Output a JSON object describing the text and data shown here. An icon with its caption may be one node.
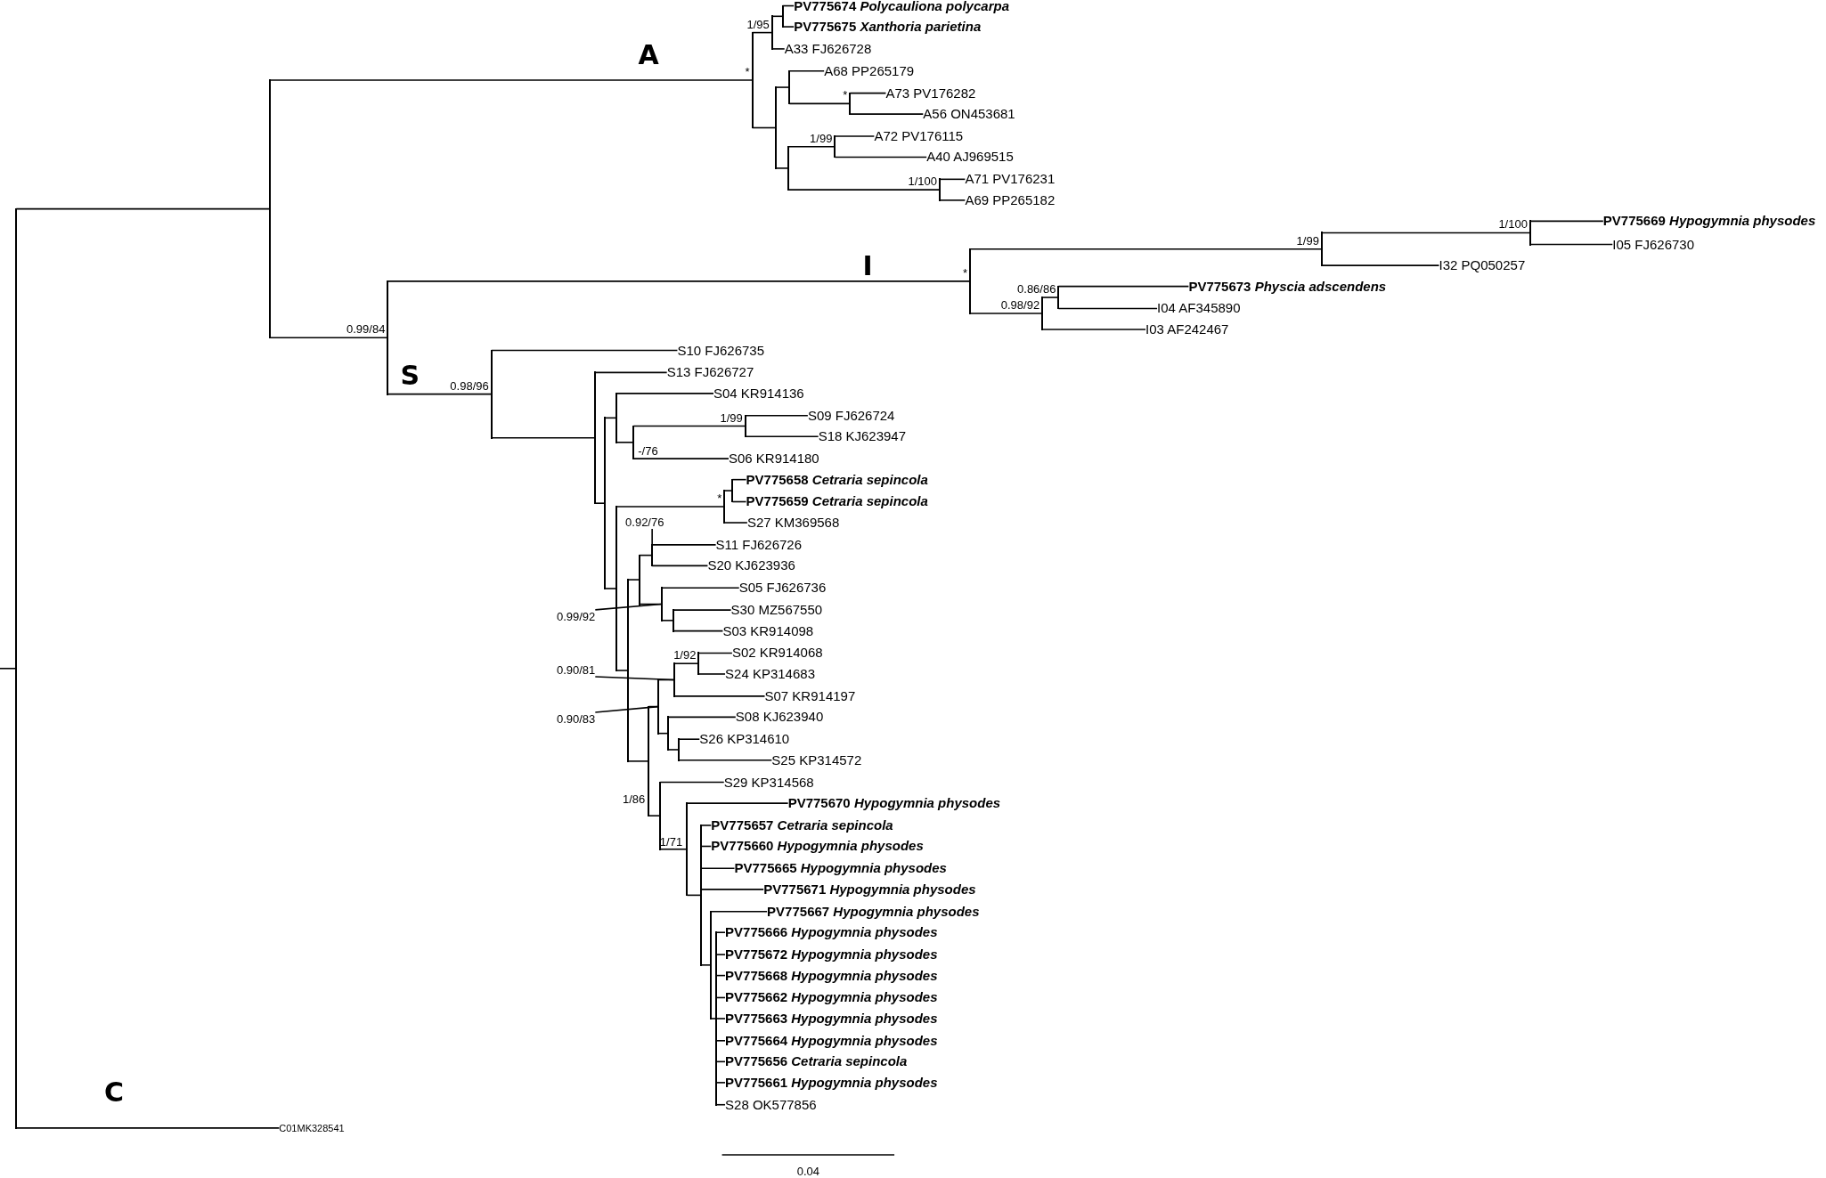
{
  "diagram": {
    "nodes": [
      {
        "text": [],
        "shape": "bar"
      },
      {
        "text": [],
        "shape": "bar"
      },
      {
        "text": [],
        "shape": "bar",
        "beside": [
          "*"
        ]
      },
      {
        "text": [],
        "shape": "bar",
        "beside": [
          "1/95"
        ]
      },
      {
        "text": [],
        "shape": "bar"
      },
      {
        "text": [
          "PV775674 *Polycauliona polycarpa*"
        ]
      },
      {
        "text": [
          "PV775675 *Xanthoria parietina*"
        ]
      },
      {
        "text": [
          "A33 FJ626728"
        ]
      },
      {
        "text": [],
        "shape": "bar"
      },
      {
        "text": [],
        "shape": "bar"
      },
      {
        "text": [
          "A68 PP265179"
        ]
      },
      {
        "text": [],
        "shape": "bar",
        "beside": [
          "*"
        ]
      },
      {
        "text": [
          "A73 PV176282"
        ]
      },
      {
        "text": [
          "A56 ON453681"
        ]
      },
      {
        "text": [],
        "shape": "bar"
      },
      {
        "text": [],
        "shape": "bar",
        "beside": [
          "1/99"
        ]
      },
      {
        "text": [
          "A72 PV176115"
        ]
      },
      {
        "text": [
          "A40 AJ969515"
        ]
      },
      {
        "text": [],
        "shape": "bar",
        "beside": [
          "1/100"
        ]
      },
      {
        "text": [
          "A71 PV176231"
        ]
      },
      {
        "text": [
          "A69 PP265182"
        ]
      },
      {
        "text": [],
        "shape": "bar",
        "beside": [
          "0.99/84"
        ]
      },
      {
        "text": [],
        "shape": "bar",
        "beside": [
          "*"
        ]
      },
      {
        "text": [],
        "shape": "bar",
        "beside": [
          "1/99"
        ]
      },
      {
        "text": [],
        "shape": "bar",
        "beside": [
          "1/100"
        ]
      },
      {
        "text": [
          "PV775669 *Hypogymnia physodes*"
        ]
      },
      {
        "text": [
          "I05 FJ626730"
        ]
      },
      {
        "text": [
          "I32 PQ050257"
        ]
      },
      {
        "text": [],
        "shape": "bar",
        "beside": [
          "0.98/92"
        ]
      },
      {
        "text": [],
        "shape": "bar",
        "beside": [
          "0.86/86"
        ]
      },
      {
        "text": [
          "PV775673 *Physcia adscendens*"
        ]
      },
      {
        "text": [
          "I04 AF345890"
        ]
      },
      {
        "text": [
          "I03 AF242467"
        ]
      },
      {
        "text": [],
        "shape": "bar",
        "beside": [
          "0.98/96"
        ]
      },
      {
        "text": [
          "S10 FJ626735"
        ]
      },
      {
        "text": [],
        "shape": "bar"
      },
      {
        "text": [
          "S13 FJ626727"
        ]
      },
      {
        "text": [],
        "shape": "bar"
      },
      {
        "text": [],
        "shape": "bar"
      },
      {
        "text": [
          "S04 KR914136"
        ]
      },
      {
        "text": [],
        "shape": "bar",
        "beside": [
          "-/76"
        ]
      },
      {
        "text": [],
        "shape": "bar",
        "beside": [
          "1/99"
        ]
      },
      {
        "text": [
          "S09 FJ626724"
        ]
      },
      {
        "text": [
          "S18 KJ623947"
        ]
      },
      {
        "text": [
          "S06 KR914180"
        ]
      },
      {
        "text": [],
        "shape": "bar"
      },
      {
        "text": [],
        "shape": "bar",
        "beside": [
          "*"
        ]
      },
      {
        "text": [],
        "shape": "bar"
      },
      {
        "text": [
          "PV775658 *Cetraria sepincola*"
        ]
      },
      {
        "text": [
          "PV775659 *Cetraria sepincola*"
        ]
      },
      {
        "text": [
          "S27 KM369568"
        ]
      },
      {
        "text": [],
        "shape": "bar"
      },
      {
        "text": [],
        "shape": "bar"
      },
      {
        "text": [],
        "shape": "bar"
      },
      {
        "text": [
          "S11 FJ626726"
        ]
      },
      {
        "text": [
          "S20 KJ623936"
        ]
      },
      {
        "text": [],
        "shape": "bar"
      },
      {
        "text": [
          "S05 FJ626736"
        ]
      },
      {
        "text": [],
        "shape": "bar"
      },
      {
        "text": [
          "S30 MZ567550"
        ]
      },
      {
        "text": [
          "S03 KR914098"
        ]
      },
      {
        "text": [],
        "shape": "bar",
        "beside": [
          "1/86"
        ]
      },
      {
        "text": [],
        "shape": "bar"
      },
      {
        "text": [],
        "shape": "bar"
      },
      {
        "text": [],
        "shape": "bar",
        "beside": [
          "1/92"
        ]
      },
      {
        "text": [
          "S02 KR914068"
        ]
      },
      {
        "text": [
          "S24 KP314683"
        ]
      },
      {
        "text": [
          "S07 KR914197"
        ]
      },
      {
        "text": [],
        "shape": "bar"
      },
      {
        "text": [
          "S08 KJ623940"
        ]
      },
      {
        "text": [],
        "shape": "bar"
      },
      {
        "text": [
          "S26 KP314610"
        ]
      },
      {
        "text": [
          "S25 KP314572"
        ]
      },
      {
        "text": [],
        "shape": "bar"
      },
      {
        "text": [
          "S29 KP314568"
        ]
      },
      {
        "text": [],
        "shape": "bar",
        "beside": [
          "1/71"
        ]
      },
      {
        "text": [
          "PV775670 *Hypogymnia physodes*"
        ]
      },
      {
        "text": [],
        "shape": "bar"
      },
      {
        "text": [
          "PV775657 *Cetraria sepincola*"
        ]
      },
      {
        "text": [
          "PV775660 *Hypogymnia physodes*"
        ]
      },
      {
        "text": [
          "PV775665 *Hypogymnia physodes*"
        ]
      },
      {
        "text": [
          "PV775671 *Hypogymnia physodes*"
        ]
      },
      {
        "text": [],
        "shape": "bar"
      },
      {
        "text": [
          "PV775667 *Hypogymnia physodes*"
        ]
      },
      {
        "text": [],
        "shape": "bar"
      },
      {
        "text": [
          "PV775666 *Hypogymnia physodes*"
        ]
      },
      {
        "text": [
          "PV775672 *Hypogymnia physodes*"
        ]
      },
      {
        "text": [
          "PV775668 *Hypogymnia physodes*"
        ]
      },
      {
        "text": [
          "PV775662 *Hypogymnia physodes*"
        ]
      },
      {
        "text": [
          "PV775663 *Hypogymnia physodes*"
        ]
      },
      {
        "text": [
          "PV775664 *Hypogymnia physodes*"
        ]
      },
      {
        "text": [
          "PV775656 *Cetraria sepincola*"
        ]
      },
      {
        "text": [
          "PV775661 *Hypogymnia physodes*"
        ]
      },
      {
        "text": [
          "S28 OK577856"
        ]
      },
      {
        "text": [
          "C01MK328541"
        ]
      },
      {
        "text": [
          "0.92/76"
        ]
      },
      {
        "text": [
          "0.99/92"
        ]
      },
      {
        "text": [
          "0.90/81"
        ]
      },
      {
        "text": [
          "0.90/83"
        ]
      }
    ],
    "edges": [
      {
        "from": null,
        "to": 0,
        "arrow": "none"
      },
      {
        "from": 0,
        "to": 1,
        "arrow": "none"
      },
      {
        "from": 0,
        "to": 94,
        "arrow": "none"
      },
      {
        "from": 1,
        "to": 2,
        "arrow": "none"
      },
      {
        "from": 1,
        "to": 21,
        "arrow": "none"
      },
      {
        "from": 2,
        "to": 3,
        "arrow": "none"
      },
      {
        "from": 2,
        "to": 8,
        "arrow": "none"
      },
      {
        "from": 3,
        "to": 4,
        "arrow": "none"
      },
      {
        "from": 3,
        "to": 7,
        "arrow": "none"
      },
      {
        "from": 4,
        "to": 5,
        "arrow": "none"
      },
      {
        "from": 4,
        "to": 6,
        "arrow": "none"
      },
      {
        "from": 8,
        "to": 9,
        "arrow": "none"
      },
      {
        "from": 8,
        "to": 14,
        "arrow": "none"
      },
      {
        "from": 9,
        "to": 10,
        "arrow": "none"
      },
      {
        "from": 9,
        "to": 11,
        "arrow": "none"
      },
      {
        "from": 11,
        "to": 12,
        "arrow": "none"
      },
      {
        "from": 11,
        "to": 13,
        "arrow": "none"
      },
      {
        "from": 14,
        "to": 15,
        "arrow": "none"
      },
      {
        "from": 14,
        "to": 18,
        "arrow": "none"
      },
      {
        "from": 15,
        "to": 16,
        "arrow": "none"
      },
      {
        "from": 15,
        "to": 17,
        "arrow": "none"
      },
      {
        "from": 18,
        "to": 19,
        "arrow": "none"
      },
      {
        "from": 18,
        "to": 20,
        "arrow": "none"
      },
      {
        "from": 21,
        "to": 22,
        "arrow": "none"
      },
      {
        "from": 21,
        "to": 33,
        "arrow": "none"
      },
      {
        "from": 22,
        "to": 23,
        "arrow": "none"
      },
      {
        "from": 22,
        "to": 28,
        "arrow": "none"
      },
      {
        "from": 23,
        "to": 24,
        "arrow": "none"
      },
      {
        "from": 23,
        "to": 27,
        "arrow": "none"
      },
      {
        "from": 24,
        "to": 25,
        "arrow": "none"
      },
      {
        "from": 24,
        "to": 26,
        "arrow": "none"
      },
      {
        "from": 28,
        "to": 29,
        "arrow": "none"
      },
      {
        "from": 28,
        "to": 32,
        "arrow": "none"
      },
      {
        "from": 29,
        "to": 30,
        "arrow": "none"
      },
      {
        "from": 29,
        "to": 31,
        "arrow": "none"
      },
      {
        "from": 33,
        "to": 34,
        "arrow": "none"
      },
      {
        "from": 33,
        "to": 35,
        "arrow": "none"
      },
      {
        "from": 35,
        "to": 36,
        "arrow": "none"
      },
      {
        "from": 35,
        "to": 37,
        "arrow": "none"
      },
      {
        "from": 37,
        "to": 38,
        "arrow": "none"
      },
      {
        "from": 37,
        "to": 45,
        "arrow": "none"
      },
      {
        "from": 38,
        "to": 39,
        "arrow": "none"
      },
      {
        "from": 38,
        "to": 40,
        "arrow": "none"
      },
      {
        "from": 40,
        "to": 41,
        "arrow": "none"
      },
      {
        "from": 40,
        "to": 44,
        "arrow": "none"
      },
      {
        "from": 41,
        "to": 42,
        "arrow": "none"
      },
      {
        "from": 41,
        "to": 43,
        "arrow": "none"
      },
      {
        "from": 45,
        "to": 46,
        "arrow": "none"
      },
      {
        "from": 45,
        "to": 51,
        "arrow": "none"
      },
      {
        "from": 46,
        "to": 47,
        "arrow": "none"
      },
      {
        "from": 46,
        "to": 50,
        "arrow": "none"
      },
      {
        "from": 47,
        "to": 48,
        "arrow": "none"
      },
      {
        "from": 47,
        "to": 49,
        "arrow": "none"
      },
      {
        "from": 51,
        "to": 52,
        "arrow": "none"
      },
      {
        "from": 51,
        "to": 61,
        "arrow": "none"
      },
      {
        "from": 52,
        "to": 53,
        "arrow": "none"
      },
      {
        "from": 52,
        "to": 56,
        "arrow": "none"
      },
      {
        "from": 53,
        "to": 54,
        "arrow": "none"
      },
      {
        "from": 53,
        "to": 55,
        "arrow": "none"
      },
      {
        "from": 56,
        "to": 57,
        "arrow": "none"
      },
      {
        "from": 56,
        "to": 58,
        "arrow": "none"
      },
      {
        "from": 58,
        "to": 59,
        "arrow": "none"
      },
      {
        "from": 58,
        "to": 60,
        "arrow": "none"
      },
      {
        "from": 61,
        "to": 62,
        "arrow": "none"
      },
      {
        "from": 61,
        "to": 73,
        "arrow": "none"
      },
      {
        "from": 62,
        "to": 63,
        "arrow": "none"
      },
      {
        "from": 62,
        "to": 68,
        "arrow": "none"
      },
      {
        "from": 63,
        "to": 64,
        "arrow": "none"
      },
      {
        "from": 63,
        "to": 67,
        "arrow": "none"
      },
      {
        "from": 64,
        "to": 65,
        "arrow": "none"
      },
      {
        "from": 64,
        "to": 66,
        "arrow": "none"
      },
      {
        "from": 68,
        "to": 69,
        "arrow": "none"
      },
      {
        "from": 68,
        "to": 70,
        "arrow": "none"
      },
      {
        "from": 70,
        "to": 71,
        "arrow": "none"
      },
      {
        "from": 70,
        "to": 72,
        "arrow": "none"
      },
      {
        "from": 73,
        "to": 74,
        "arrow": "none"
      },
      {
        "from": 73,
        "to": 75,
        "arrow": "none"
      },
      {
        "from": 75,
        "to": 76,
        "arrow": "none"
      },
      {
        "from": 75,
        "to": 77,
        "arrow": "none"
      },
      {
        "from": 77,
        "to": 78,
        "arrow": "none"
      },
      {
        "from": 77,
        "to": 79,
        "arrow": "none"
      },
      {
        "from": 77,
        "to": 80,
        "arrow": "none"
      },
      {
        "from": 77,
        "to": 81,
        "arrow": "none"
      },
      {
        "from": 77,
        "to": 82,
        "arrow": "none"
      },
      {
        "from": 82,
        "to": 83,
        "arrow": "none"
      },
      {
        "from": 82,
        "to": 84,
        "arrow": "none"
      },
      {
        "from": 84,
        "to": 85,
        "arrow": "none"
      },
      {
        "from": 84,
        "to": 86,
        "arrow": "none"
      },
      {
        "from": 84,
        "to": 87,
        "arrow": "none"
      },
      {
        "from": 84,
        "to": 88,
        "arrow": "none"
      },
      {
        "from": 84,
        "to": 89,
        "arrow": "none"
      },
      {
        "from": 84,
        "to": 90,
        "arrow": "none"
      },
      {
        "from": 84,
        "to": 91,
        "arrow": "none"
      },
      {
        "from": 84,
        "to": 92,
        "arrow": "none"
      },
      {
        "from": 84,
        "to": 93,
        "arrow": "none"
      },
      {
        "from": 95,
        "to": 53,
        "arrow": "none"
      },
      {
        "from": 96,
        "to": 56,
        "arrow": "none"
      },
      {
        "from": 97,
        "to": 63,
        "arrow": "none"
      },
      {
        "from": 98,
        "to": 62,
        "arrow": "none"
      }
    ],
    "labels": [
      "A",
      "I",
      "S",
      "C",
      "0.04"
    ]
  }
}
